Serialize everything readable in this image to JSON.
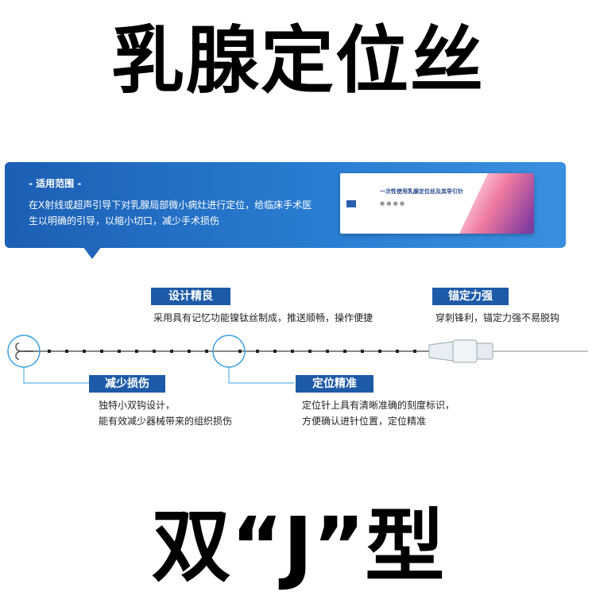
{
  "title_top": "乳腺定位丝",
  "title_bottom": "双“J”型",
  "banner": {
    "scope_title": "- 适用范围 -",
    "scope_text": "在X射线或超声引导下对乳腺局部微小病灶进行定位，给临床手术医生以明确的引导，以缩小切口，减少手术损伤"
  },
  "product_box": {
    "brand": "",
    "name": "一次性使用乳腺定位丝及其导引针"
  },
  "features": {
    "design": {
      "label": "设计精良",
      "desc": "采用具有记忆功能镍钛丝制成，推送顺畅，操作便捷"
    },
    "anchor": {
      "label": "锚定力强",
      "desc": "穿刺锋利，锚定力强不易脱钩"
    },
    "reduce": {
      "label": "减少损伤",
      "desc_1": "独特小双钩设计，",
      "desc_2": "能有效减少器械带来的组织损伤"
    },
    "position": {
      "label": "定位精准",
      "desc_1": "定位针上具有清晰准确的刻度标识，",
      "desc_2": "方便确认进针位置，定位精准"
    }
  },
  "colors": {
    "banner": "#2a7fd4",
    "label": "#1d5aa8",
    "accent_line": "#3aa0e0"
  }
}
